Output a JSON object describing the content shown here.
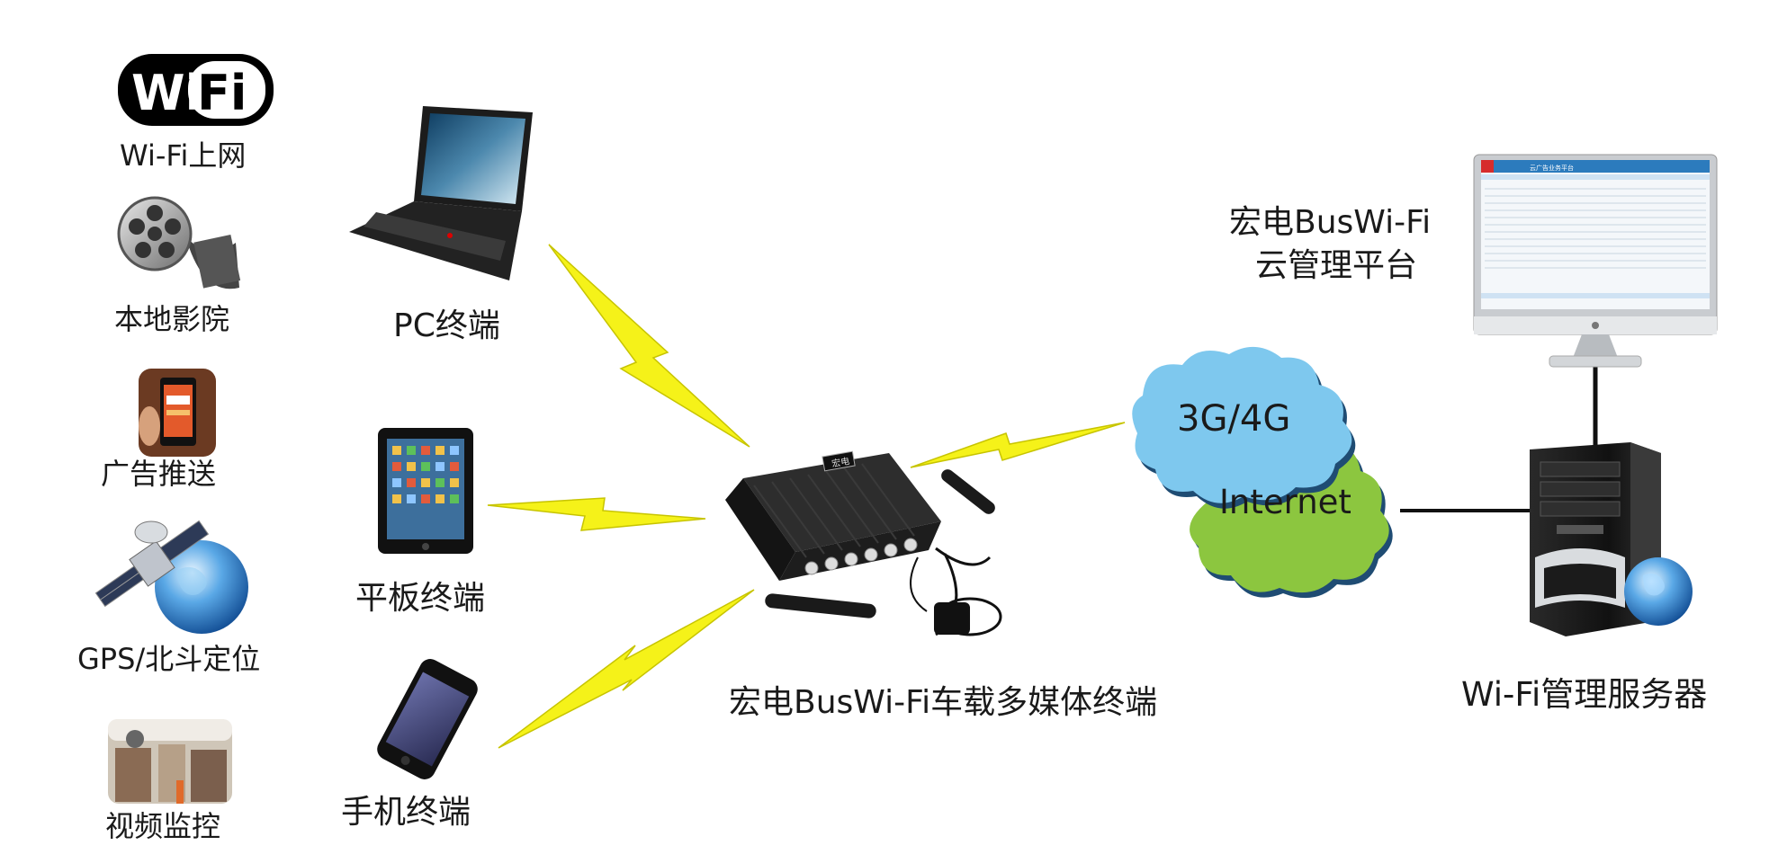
{
  "services": {
    "wifi_logo_text": "WiFi",
    "wifi": "Wi-Fi上网",
    "cinema": "本地影院",
    "ads": "广告推送",
    "gps": "GPS/北斗定位",
    "video": "视频监控"
  },
  "clients": {
    "pc": "PC终端",
    "tablet": "平板终端",
    "phone": "手机终端"
  },
  "device": {
    "label": "宏电BusWi-Fi车载多媒体终端",
    "badge": "宏电"
  },
  "network": {
    "cellular": "3G/4G",
    "internet": "Internet"
  },
  "cloud_platform": {
    "line1": "宏电BusWi-Fi",
    "line2": "云管理平台",
    "screen_title": "云广告业务平台"
  },
  "server": {
    "label": "Wi-Fi管理服务器"
  },
  "colors": {
    "bolt": "#f5f219",
    "bolt_stroke": "#c7c400",
    "cloud_blue": "#7ec8ee",
    "cloud_green": "#8cc63f",
    "cloud_shadow": "#1f4c73",
    "device_body": "#1d1d1d",
    "text": "#1a1a1a"
  }
}
